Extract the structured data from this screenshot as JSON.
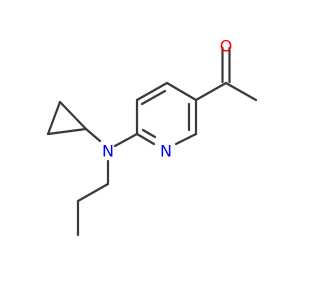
{
  "molecule": {
    "atoms": {
      "oxygen": {
        "label": "O",
        "color": "#ff0000"
      },
      "amine_nitrogen": {
        "label": "N",
        "color": "#0000ff"
      },
      "ring_nitrogen": {
        "label": "N",
        "color": "#0000ff"
      }
    },
    "bond_color": "#3a3a3a"
  }
}
